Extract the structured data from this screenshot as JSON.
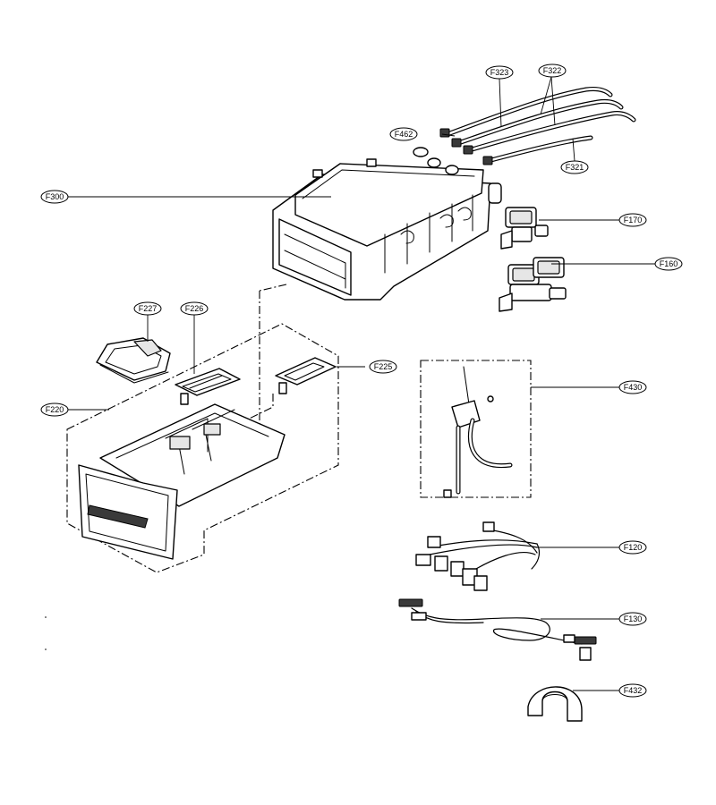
{
  "callouts": {
    "F323": "F323",
    "F322": "F322",
    "F462": "F462",
    "F321": "F321",
    "F300": "F300",
    "F170": "F170",
    "F160": "F160",
    "F227": "F227",
    "F226": "F226",
    "F225": "F225",
    "F220": "F220",
    "F430": "F430",
    "F120": "F120",
    "F130": "F130",
    "F432": "F432"
  },
  "colors": {
    "line": "#000000",
    "background": "#ffffff",
    "shade": "#e6e6e6"
  }
}
